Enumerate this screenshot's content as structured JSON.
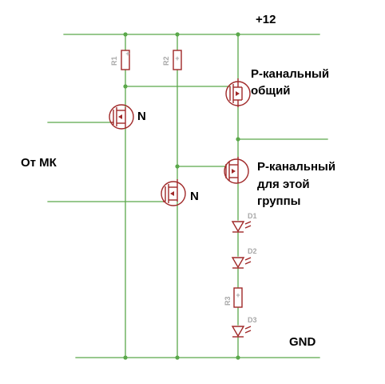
{
  "labels": {
    "vcc": "+12",
    "gnd": "GND",
    "from_mcu": "От МК",
    "n_channel_1": "N",
    "n_channel_2": "N",
    "p_common_line1": "P-канальный",
    "p_common_line2": "общий",
    "p_group_line1": "P-канальный",
    "p_group_line2": "для этой",
    "p_group_line3": "группы"
  },
  "designators": {
    "r1": "R1",
    "r2": "R2",
    "r3": "R3",
    "d1": "D1",
    "d2": "D2",
    "d3": "D3"
  },
  "colors": {
    "wire": "#5aa84a",
    "component": "#a02828",
    "designator": "#a8a8a8",
    "text": "#000000"
  }
}
